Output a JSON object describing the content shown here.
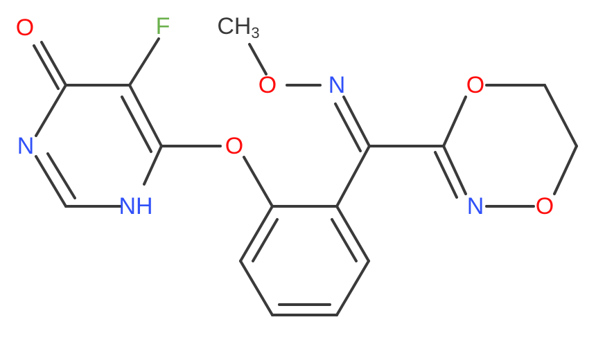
{
  "structure": {
    "atoms": {
      "O_ketone": {
        "label": "O",
        "color": "#ff0d0d"
      },
      "F": {
        "label": "F",
        "color": "#6ab04c"
      },
      "N3": {
        "label": "N",
        "color": "#3050f8"
      },
      "N1H": {
        "label": "NH",
        "color": "#3050f8"
      },
      "O_ether": {
        "label": "O",
        "color": "#ff0d0d"
      },
      "CH3": {
        "label": "CH",
        "subscript": "3",
        "color": "#3a3a3a"
      },
      "O_methoxy": {
        "label": "O",
        "color": "#ff0d0d"
      },
      "N_oxime": {
        "label": "N",
        "color": "#3050f8"
      },
      "O_ring_top": {
        "label": "O",
        "color": "#ff0d0d"
      },
      "N_ring": {
        "label": "N",
        "color": "#3050f8"
      },
      "O_ring_bottom": {
        "label": "O",
        "color": "#ff0d0d"
      }
    },
    "colors": {
      "bond": "#3a3a3a",
      "carbon": "#3a3a3a",
      "oxygen": "#ff0d0d",
      "nitrogen": "#3050f8",
      "fluorine": "#6ab04c"
    }
  }
}
